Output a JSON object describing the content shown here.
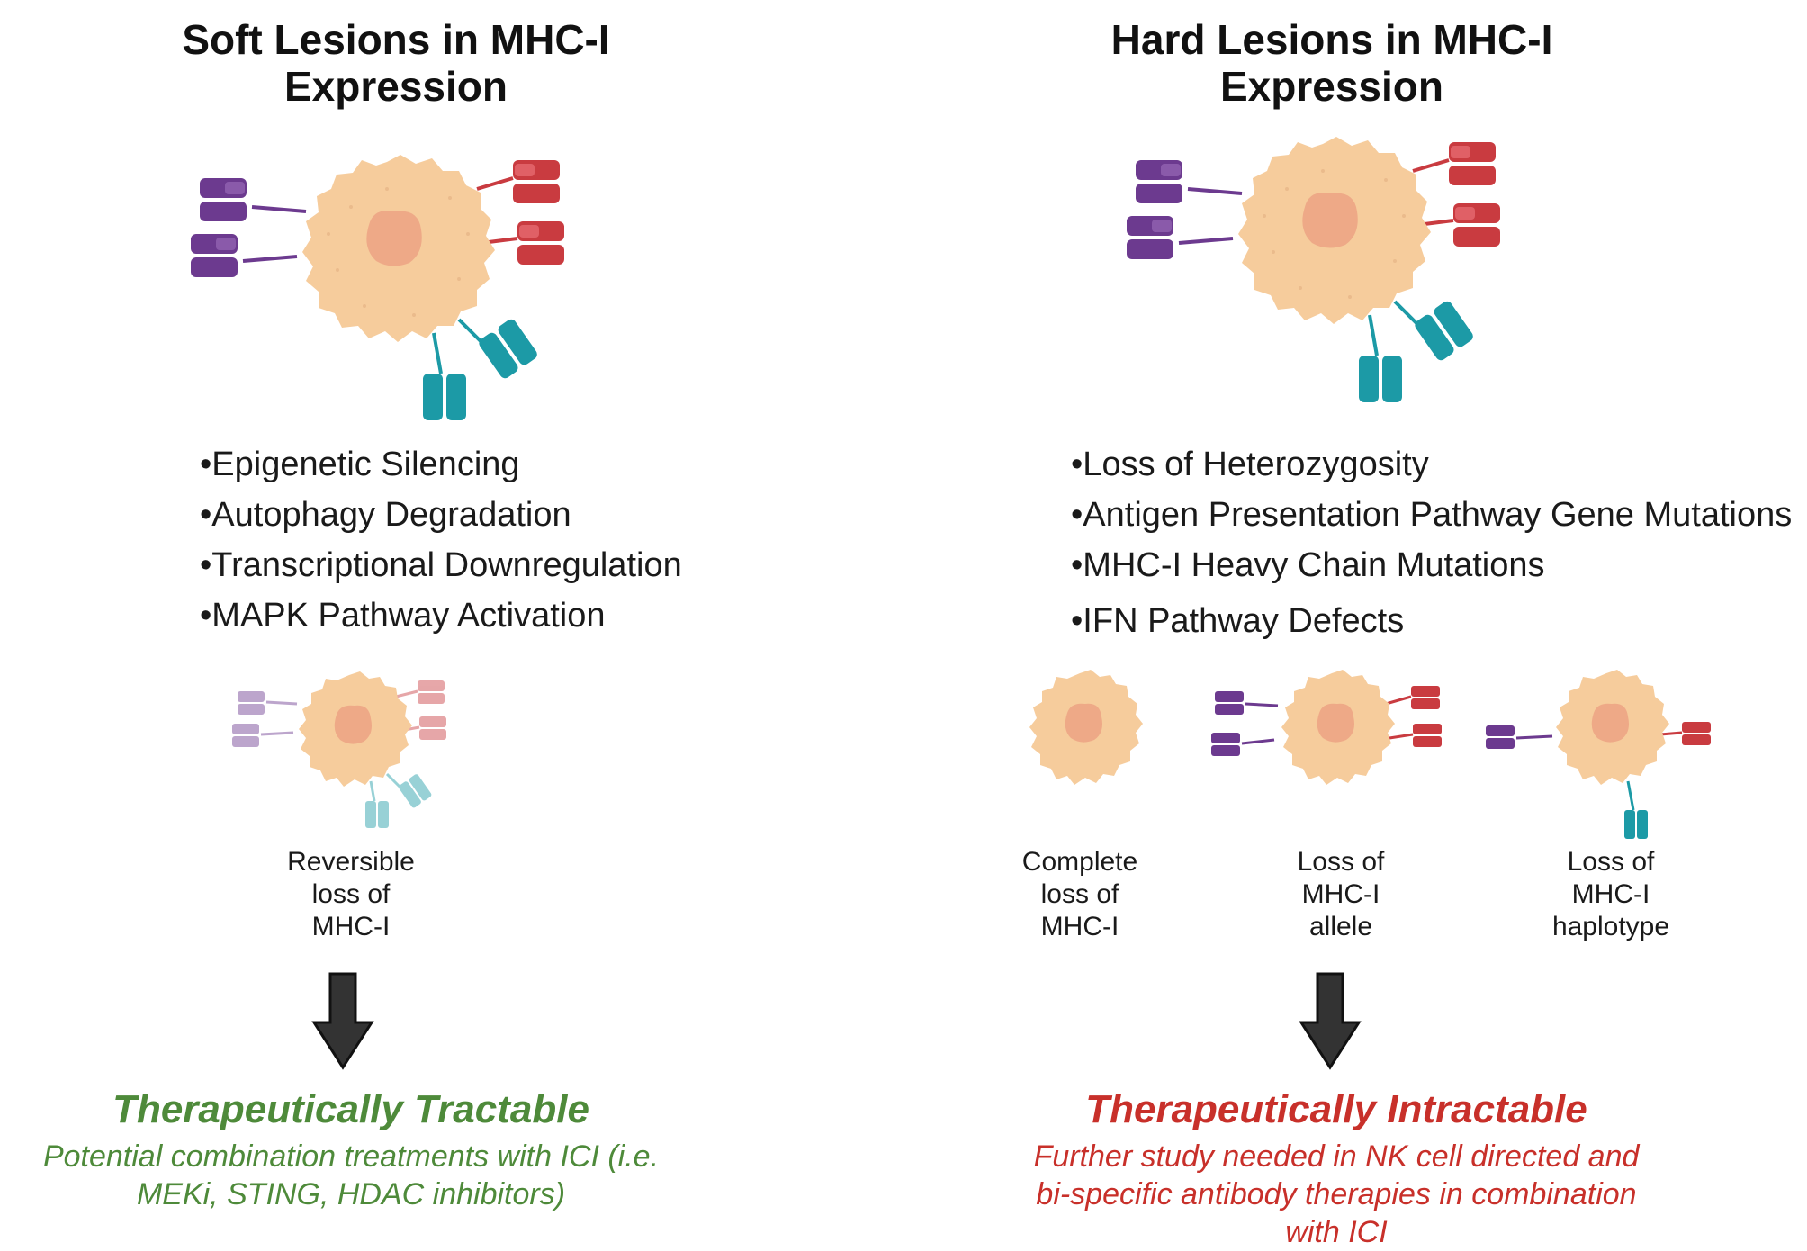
{
  "left": {
    "title_line1": "Soft Lesions in MHC-I",
    "title_line2": "Expression",
    "bullets": [
      "•Epigenetic Silencing",
      "•Autophagy Degradation",
      "•Transcriptional Downregulation",
      "•MAPK Pathway Activation"
    ],
    "cell_caption": [
      "Reversible",
      "loss of",
      "MHC-I"
    ],
    "outcome_title": "Therapeutically Tractable",
    "outcome_desc": [
      "Potential combination treatments with ICI (i.e.",
      "MEKi, STING, HDAC inhibitors)"
    ]
  },
  "right": {
    "title_line1": "Hard Lesions in MHC-I",
    "title_line2": "Expression",
    "bullets": [
      "•Loss of Heterozygosity",
      "•Antigen Presentation Pathway Gene Mutations",
      "•MHC-I Heavy Chain Mutations",
      "•IFN Pathway Defects"
    ],
    "captions": [
      [
        "Complete",
        "loss of",
        "MHC-I"
      ],
      [
        "Loss of",
        "MHC-I",
        "allele"
      ],
      [
        "Loss of",
        "MHC-I",
        "haplotype"
      ]
    ],
    "outcome_title": "Therapeutically Intractable",
    "outcome_desc": [
      "Further study needed in NK cell directed and",
      "bi-specific antibody therapies in combination",
      "with ICI"
    ]
  },
  "colors": {
    "cell_body": "#f6cc9c",
    "cell_nucleus": "#eea987",
    "purple_receptor": "#6c3a8f",
    "red_receptor": "#c93b40",
    "teal_receptor": "#1c9aa6",
    "arrow": "#333333",
    "tractable_green": "#4e8a3a",
    "intractable_red": "#c8302a"
  },
  "icons": [
    "tumor-cell-icon",
    "mhc-receptor-icon",
    "down-arrow-icon"
  ]
}
